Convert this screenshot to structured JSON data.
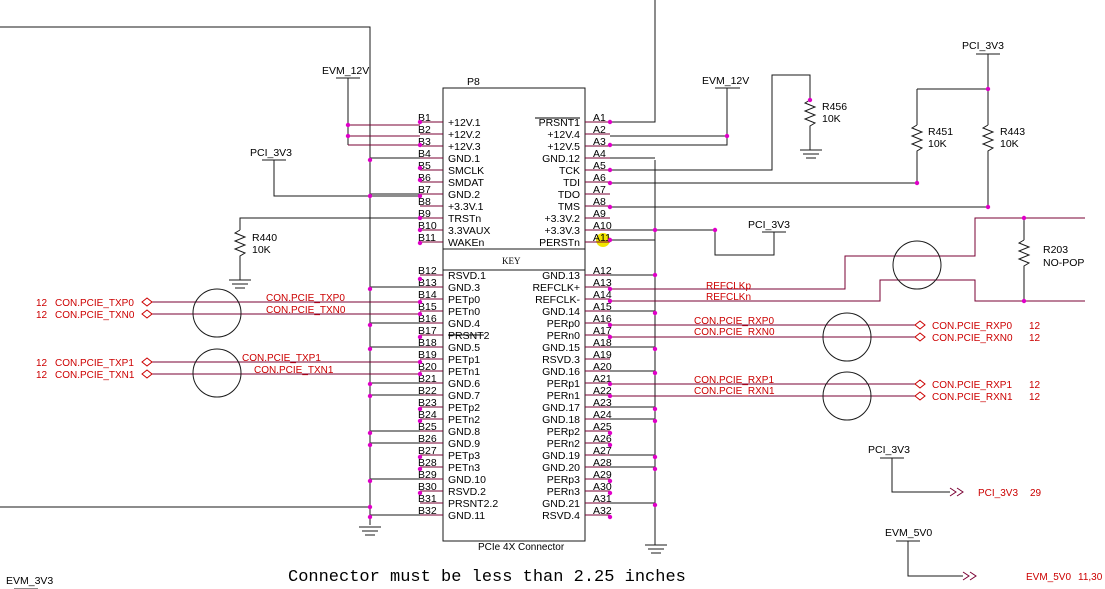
{
  "connector": {
    "ref": "P8",
    "name": "PCIe 4X Connector",
    "key": "KEY",
    "left_pins": [
      {
        "num": "B1",
        "name": "+12V.1"
      },
      {
        "num": "B2",
        "name": "+12V.2"
      },
      {
        "num": "B3",
        "name": "+12V.3"
      },
      {
        "num": "B4",
        "name": "GND.1"
      },
      {
        "num": "B5",
        "name": "SMCLK"
      },
      {
        "num": "B6",
        "name": "SMDAT"
      },
      {
        "num": "B7",
        "name": "GND.2"
      },
      {
        "num": "B8",
        "name": "+3.3V.1"
      },
      {
        "num": "B9",
        "name": "TRSTn"
      },
      {
        "num": "B10",
        "name": "3.3VAUX"
      },
      {
        "num": "B11",
        "name": "WAKEn"
      },
      {
        "num": "B12",
        "name": "RSVD.1"
      },
      {
        "num": "B13",
        "name": "GND.3"
      },
      {
        "num": "B14",
        "name": "PETp0"
      },
      {
        "num": "B15",
        "name": "PETn0"
      },
      {
        "num": "B16",
        "name": "GND.4"
      },
      {
        "num": "B17",
        "name": "PRSNT2"
      },
      {
        "num": "B18",
        "name": "GND.5"
      },
      {
        "num": "B19",
        "name": "PETp1"
      },
      {
        "num": "B20",
        "name": "PETn1"
      },
      {
        "num": "B21",
        "name": "GND.6"
      },
      {
        "num": "B22",
        "name": "GND.7"
      },
      {
        "num": "B23",
        "name": "PETp2"
      },
      {
        "num": "B24",
        "name": "PETn2"
      },
      {
        "num": "B25",
        "name": "GND.8"
      },
      {
        "num": "B26",
        "name": "GND.9"
      },
      {
        "num": "B27",
        "name": "PETp3"
      },
      {
        "num": "B28",
        "name": "PETn3"
      },
      {
        "num": "B29",
        "name": "GND.10"
      },
      {
        "num": "B30",
        "name": "RSVD.2"
      },
      {
        "num": "B31",
        "name": "PRSNT2.2"
      },
      {
        "num": "B32",
        "name": "GND.11"
      }
    ],
    "right_pins": [
      {
        "num": "A1",
        "name": "PRSNT1"
      },
      {
        "num": "A2",
        "name": "+12V.4"
      },
      {
        "num": "A3",
        "name": "+12V.5"
      },
      {
        "num": "A4",
        "name": "GND.12"
      },
      {
        "num": "A5",
        "name": "TCK"
      },
      {
        "num": "A6",
        "name": "TDI"
      },
      {
        "num": "A7",
        "name": "TDO"
      },
      {
        "num": "A8",
        "name": "TMS"
      },
      {
        "num": "A9",
        "name": "+3.3V.2"
      },
      {
        "num": "A10",
        "name": "+3.3V.3"
      },
      {
        "num": "A11",
        "name": "PERSTn"
      },
      {
        "num": "A12",
        "name": "GND.13"
      },
      {
        "num": "A13",
        "name": "REFCLK+"
      },
      {
        "num": "A14",
        "name": "REFCLK-"
      },
      {
        "num": "A15",
        "name": "GND.14"
      },
      {
        "num": "A16",
        "name": "PERp0"
      },
      {
        "num": "A17",
        "name": "PERn0"
      },
      {
        "num": "A18",
        "name": "GND.15"
      },
      {
        "num": "A19",
        "name": "RSVD.3"
      },
      {
        "num": "A20",
        "name": "GND.16"
      },
      {
        "num": "A21",
        "name": "PERp1"
      },
      {
        "num": "A22",
        "name": "PERn1"
      },
      {
        "num": "A23",
        "name": "GND.17"
      },
      {
        "num": "A24",
        "name": "GND.18"
      },
      {
        "num": "A25",
        "name": "PERp2"
      },
      {
        "num": "A26",
        "name": "PERn2"
      },
      {
        "num": "A27",
        "name": "GND.19"
      },
      {
        "num": "A28",
        "name": "GND.20"
      },
      {
        "num": "A29",
        "name": "PERp3"
      },
      {
        "num": "A30",
        "name": "PERn3"
      },
      {
        "num": "A31",
        "name": "GND.21"
      },
      {
        "num": "A32",
        "name": "RSVD.4"
      }
    ]
  },
  "power_labels": {
    "evm12v_left": "EVM_12V",
    "evm12v_right": "EVM_12V",
    "pci3v3_left": "PCI_3V3",
    "pci3v3_top": "PCI_3V3",
    "pci3v3_mid": "PCI_3V3",
    "pci3v3_bottom": "PCI_3V3",
    "evm5v0": "EVM_5V0",
    "evm3v3": "EVM_3V3"
  },
  "resistors": {
    "r456": {
      "ref": "R456",
      "value": "10K"
    },
    "r451": {
      "ref": "R451",
      "value": "10K"
    },
    "r443": {
      "ref": "R443",
      "value": "10K"
    },
    "r440": {
      "ref": "R440",
      "value": "10K"
    },
    "r203": {
      "ref": "R203",
      "value": "NO-POP"
    }
  },
  "left_offpage": [
    {
      "page": "12",
      "net": "CON.PCIE_TXP0"
    },
    {
      "page": "12",
      "net": "CON.PCIE_TXN0"
    },
    {
      "page": "12",
      "net": "CON.PCIE_TXP1"
    },
    {
      "page": "12",
      "net": "CON.PCIE_TXN1"
    }
  ],
  "left_nets": [
    "CON.PCIE_TXP0",
    "CON.PCIE_TXN0",
    "CON.PCIE_TXP1",
    "CON.PCIE_TXN1"
  ],
  "right_nets": [
    "REFCLKp",
    "REFCLKn",
    "CON.PCIE_RXP0",
    "CON.PCIE_RXN0",
    "CON.PCIE_RXP1",
    "CON.PCIE_RXN1"
  ],
  "right_offpage": [
    {
      "net": "CON.PCIE_RXP0",
      "page": "12"
    },
    {
      "net": "CON.PCIE_RXN0",
      "page": "12"
    },
    {
      "net": "CON.PCIE_RXP1",
      "page": "12"
    },
    {
      "net": "CON.PCIE_RXN1",
      "page": "12"
    }
  ],
  "ports": {
    "pci3v3": {
      "net": "PCI_3V3",
      "page": "29"
    },
    "evm5v0": {
      "net": "EVM_5V0",
      "page": "11,30"
    }
  },
  "note": "Connector must be less than 2.25 inches",
  "colors": {
    "wire": "#1a1a1a",
    "net_label": "#cc0000",
    "junction": "#e000c8",
    "highlight": "#f2e600"
  }
}
